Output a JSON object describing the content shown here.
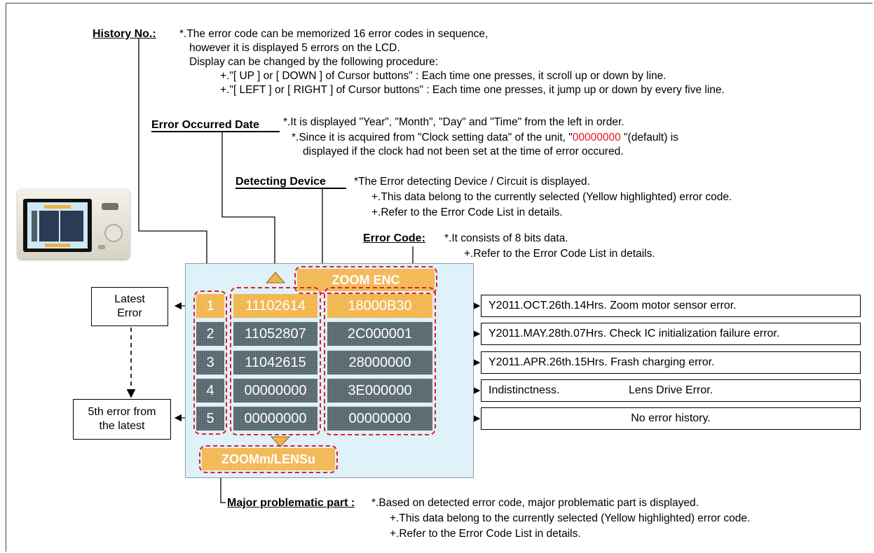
{
  "history": {
    "label": "History No.:",
    "line1": "*.The error code can be memorized 16 error codes in sequence,",
    "line2": "however it is displayed 5 errors on the LCD.",
    "line3": "Display can be changed by the following procedure:",
    "line4": "+.\"[ UP ] or [ DOWN ] of Cursor buttons\" : Each time one presses, it scroll up or down by line.",
    "line5": "+.\"[ LEFT ] or [ RIGHT ] of Cursor buttons\" : Each time one presses, it  jump up or down by every five line."
  },
  "date": {
    "label": "Error Occurred Date",
    "line1": "*.It is displayed \"Year\", \"Month\", \"Day\" and \"Time\" from the left in order.",
    "line2_a": "*.Since it is acquired from \"Clock setting data\" of the unit, \"",
    "line2_red": "00000000",
    "line2_b": " \"(default) is",
    "line3": "displayed if the clock had not been set at the time of error occured."
  },
  "device": {
    "label": "Detecting Device",
    "line1": "*The Error detecting Device / Circuit is displayed.",
    "line2": "+.This data belong to the currently selected (Yellow highlighted) error code.",
    "line3": "+.Refer to the Error Code List in details."
  },
  "code": {
    "label": "Error Code:",
    "line1": "*.It consists of 8 bits data.",
    "line2": "+.Refer to the Error Code List in details."
  },
  "major": {
    "label": "Major problematic part :",
    "line1": "*.Based on detected error code, major problematic part is displayed.",
    "line2": "+.This data belong to the currently selected (Yellow highlighted) error code.",
    "line3": "+.Refer to the Error Code List in details."
  },
  "lcd": {
    "device_display": "ZOOM ENC",
    "part_display": "ZOOMm/LENSu",
    "rows": [
      {
        "no": "1",
        "date": "11102614",
        "code": "18000B30"
      },
      {
        "no": "2",
        "date": "11052807",
        "code": "2C000001"
      },
      {
        "no": "3",
        "date": "11042615",
        "code": "28000000"
      },
      {
        "no": "4",
        "date": "00000000",
        "code": "3E000000"
      },
      {
        "no": "5",
        "date": "00000000",
        "code": "00000000"
      }
    ]
  },
  "left_boxes": {
    "latest": "Latest\nError",
    "fifth": "5th error from\nthe latest"
  },
  "descriptions": [
    {
      "left": "Y2011.OCT.26th.14Hrs.  Zoom motor sensor error.",
      "right": ""
    },
    {
      "left": "Y2011.MAY.28th.07Hrs.  Check IC initialization failure error.",
      "right": ""
    },
    {
      "left": "Y2011.APR.26th.15Hrs.  Frash charging error.",
      "right": ""
    },
    {
      "left": "Indistinctness.",
      "right": "Lens Drive Error."
    },
    {
      "left": "",
      "right": "",
      "center": "No error history."
    }
  ],
  "colors": {
    "accent": "#f2b347",
    "dashed": "#e41e24",
    "lcd_bg": "#dff1f9",
    "cell": "#4e5f66"
  }
}
